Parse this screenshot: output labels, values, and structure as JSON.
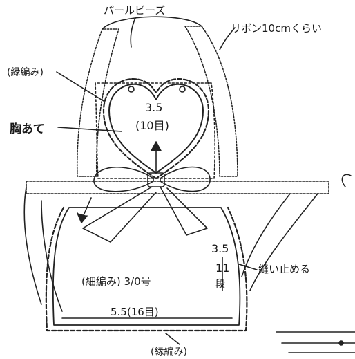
{
  "labels": {
    "pearl_beads": "パールビーズ",
    "ribbon": "リボン10cmくらい",
    "edge_stitch_top": "(縁編み)",
    "bib": "胸あて",
    "heart_width": "3.5",
    "heart_stitches": "(10目)",
    "side_height": "3.5",
    "side_rows_num": "11",
    "side_rows_unit": "段",
    "sew_fasten": "縫い止める",
    "body_stitch": "(細編み) 3/0号",
    "bottom_width": "5.5(16目)",
    "edge_stitch_bottom": "(縁編み)"
  }
}
